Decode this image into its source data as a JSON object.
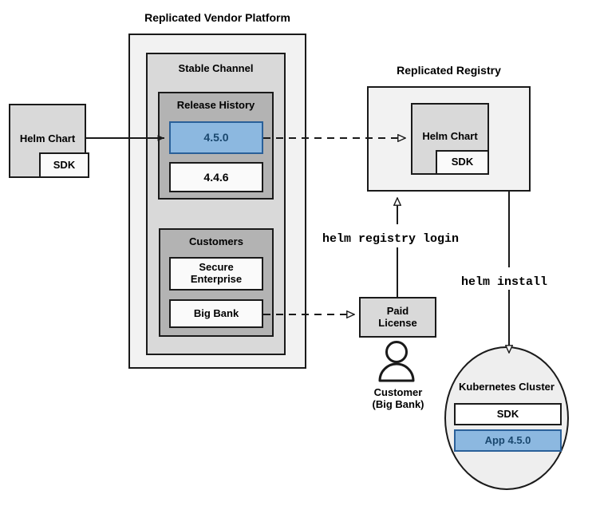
{
  "diagram": {
    "title_vendor_platform": "Replicated Vendor Platform",
    "title_registry": "Replicated Registry",
    "stable_channel": "Stable Channel",
    "release_history": "Release History",
    "customers": "Customers"
  },
  "source": {
    "helm_chart": "Helm Chart",
    "sdk": "SDK"
  },
  "releases": [
    {
      "version": "4.5.0",
      "highlighted": true
    },
    {
      "version": "4.4.6",
      "highlighted": false
    }
  ],
  "customers": [
    {
      "name": "Secure\nEnterprise"
    },
    {
      "name": "Big Bank"
    }
  ],
  "registry": {
    "helm_chart": "Helm Chart",
    "sdk": "SDK"
  },
  "license": {
    "label": "Paid\nLicense",
    "actor_caption": "Customer\n(Big Bank)",
    "actor_icon": "person-icon"
  },
  "commands": {
    "registry_login": "helm registry login",
    "install": "helm install"
  },
  "cluster": {
    "title": "Kubernetes Cluster",
    "sdk": "SDK",
    "app": "App 4.5.0"
  },
  "colors": {
    "highlight_fill": "#8cb8e0",
    "highlight_border": "#2a6099",
    "highlight_text": "#19476e",
    "stroke": "#1a1a1a",
    "platform_fill": "#f2f2f2",
    "channel_fill": "#d9d9d9",
    "group_fill": "#b3b3b3"
  }
}
